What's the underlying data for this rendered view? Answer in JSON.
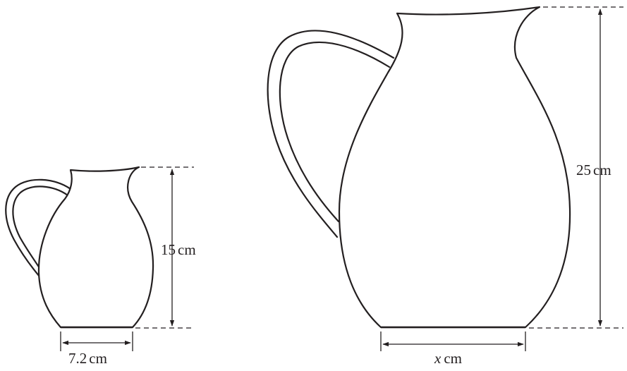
{
  "small_jug": {
    "height_label": {
      "value": "15",
      "unit": "cm"
    },
    "base_label": {
      "value": "7.2",
      "unit": "cm"
    }
  },
  "large_jug": {
    "height_label": {
      "value": "25",
      "unit": "cm"
    },
    "base_label": {
      "value": "x",
      "unit": "cm"
    }
  }
}
